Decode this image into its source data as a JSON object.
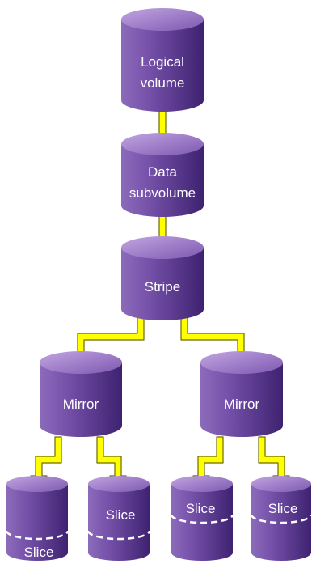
{
  "colors": {
    "cylinder_light": "#9a79c4",
    "cylinder_mid": "#5e3a94",
    "cylinder_dark": "#3a1f6a",
    "top_light": "#b79ad9",
    "top_dark": "#7a55ad",
    "arrow_fill": "#ffff00",
    "arrow_stroke": "#7a7a00",
    "text": "#ffffff",
    "dash": "#ffffff"
  },
  "nodes": {
    "logical_volume": {
      "label_line1": "Logical",
      "label_line2": "volume"
    },
    "data_subvolume": {
      "label_line1": "Data",
      "label_line2": "subvolume"
    },
    "stripe": {
      "label": "Stripe"
    },
    "mirror_left": {
      "label": "Mirror"
    },
    "mirror_right": {
      "label": "Mirror"
    },
    "slice_1": {
      "label": "Slice"
    },
    "slice_2": {
      "label": "Slice"
    },
    "slice_3": {
      "label": "Slice"
    },
    "slice_4": {
      "label": "Slice"
    }
  }
}
